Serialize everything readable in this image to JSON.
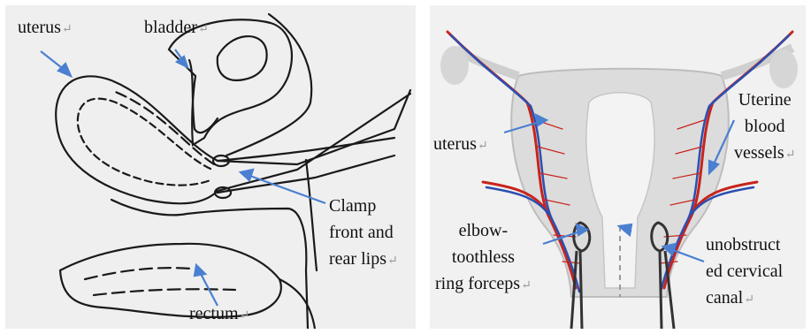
{
  "left": {
    "uterus": "uterus",
    "bladder": "bladder",
    "clamp_line1": "Clamp",
    "clamp_line2": "front and",
    "clamp_line3": "rear lips",
    "rectum": "rectum"
  },
  "right": {
    "uterine_line1": "Uterine",
    "uterine_line2": "blood",
    "uterine_line3": "vessels",
    "uterus": "uterus",
    "forceps_line1": "elbow-",
    "forceps_line2": "toothless",
    "forceps_line3": "ring forceps",
    "canal_line1": "unobstruct",
    "canal_line2": "ed  cervical",
    "canal_line3": "canal"
  },
  "return_mark": "↵",
  "colors": {
    "arrow": "#4a7fd1",
    "artery": "#c8231c",
    "vein": "#2b4fb0"
  }
}
